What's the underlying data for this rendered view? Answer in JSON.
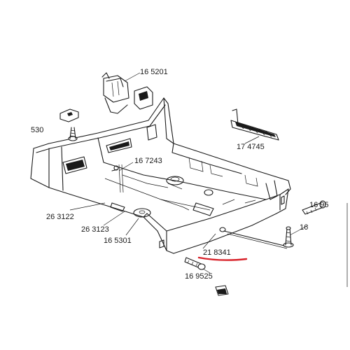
{
  "diagram": {
    "part_labels": {
      "p_165201": "16 5201",
      "p_530": "530",
      "p_174745": "17 4745",
      "p_167243": "16 7243",
      "p_263122": "26 3122",
      "p_263123": "26 3123",
      "p_165301": "16 5301",
      "p_218341": "21 8341",
      "p_169525": "16 9525",
      "p_1695": "16 95",
      "p_16": "16"
    },
    "highlighted_part": "21 8341",
    "colors": {
      "line": "#1a1a1a",
      "highlight_underline": "#d8222a",
      "background": "#ffffff"
    }
  }
}
